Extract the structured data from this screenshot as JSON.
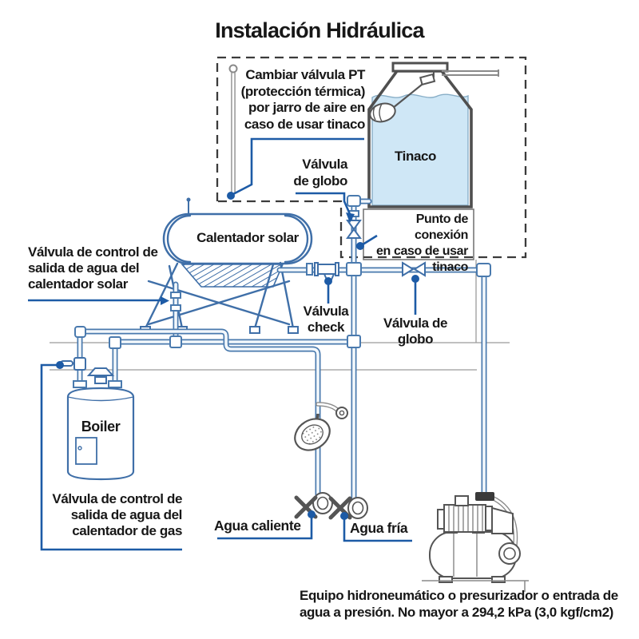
{
  "title": "Instalación Hidráulica",
  "colors": {
    "leader_blue": "#1d5ba6",
    "pipe_blue": "#4a7aae",
    "equipment_blue": "#3f6fa8",
    "water_blue": "#cfe7f6",
    "outline_gray": "#4f4f4f"
  },
  "labels": {
    "pt_note": "Cambiar válvula PT\n(protección térmica)\npor jarro de aire en\ncaso de usar tinaco",
    "tinaco": "Tinaco",
    "globe_valve_top": "Válvula\nde globo",
    "connection_point": "Punto de conexión\nen caso de usar\ntinaco",
    "solar_heater": "Calentador solar",
    "solar_outlet_valve": "Válvula de control de\nsalida de agua del\ncalentador solar",
    "check_valve": "Válvula\ncheck",
    "globe_valve_main": "Válvula de\nglobo",
    "boiler": "Boiler",
    "gas_outlet_valve": "Válvula de control de\nsalida de agua del\ncalentador de gas",
    "hot_water": "Agua caliente",
    "cold_water": "Agua fría",
    "pump_note": "Equipo hidroneumático o presurizador o entrada de\nagua a presión. No mayor a 294,2 kPa (3,0 kgf/cm2)"
  }
}
